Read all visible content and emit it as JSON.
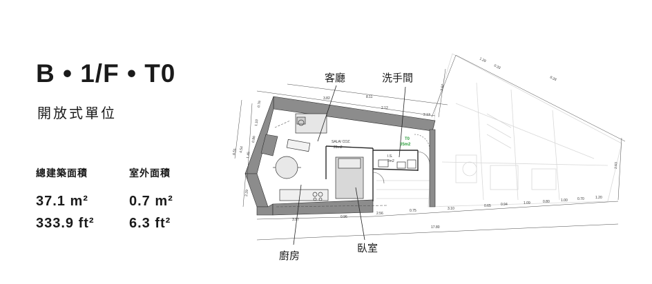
{
  "unit": {
    "code": "B • 1/F • T0",
    "type": "開放式單位"
  },
  "areas": {
    "gross_label": "總建築面積",
    "outdoor_label": "室外面積",
    "gross_m2": "37.1 m²",
    "gross_ft2": "333.9 ft²",
    "outdoor_m2": "0.7 m²",
    "outdoor_ft2": "6.3 ft²"
  },
  "rooms": {
    "living": "客廳",
    "bathroom": "洗手間",
    "kitchen": "廚房",
    "bedroom": "臥室"
  },
  "plan_labels": {
    "sala": "SALA/ COZ.",
    "sala_area": "20m2",
    "is": "I.S.",
    "is_area": "2m2",
    "unit_tag": "T0",
    "unit_tag_area": "35m2"
  },
  "dimensions": {
    "top": [
      "3.82",
      "8.11",
      "2.12",
      "2.13",
      "3.67"
    ],
    "top_right": [
      "1.29",
      "0.33",
      "8.28"
    ],
    "right": [
      "2.63"
    ],
    "left": [
      "0.76",
      "1.10",
      "0.86",
      "1.45",
      "4.54",
      "6.51",
      "2.29"
    ],
    "bottom": [
      "3.97",
      "0.96",
      "2.56",
      "0.75",
      "3.10",
      "0.65",
      "0.94",
      "1.09",
      "0.80",
      "1.00",
      "0.70",
      "1.20"
    ],
    "bottom_total": [
      "17.80"
    ]
  },
  "colors": {
    "wall": "#8c8c8c",
    "line": "#2a2a2a",
    "faded": "#d4d4d4",
    "accent": "#2e9e3e"
  }
}
